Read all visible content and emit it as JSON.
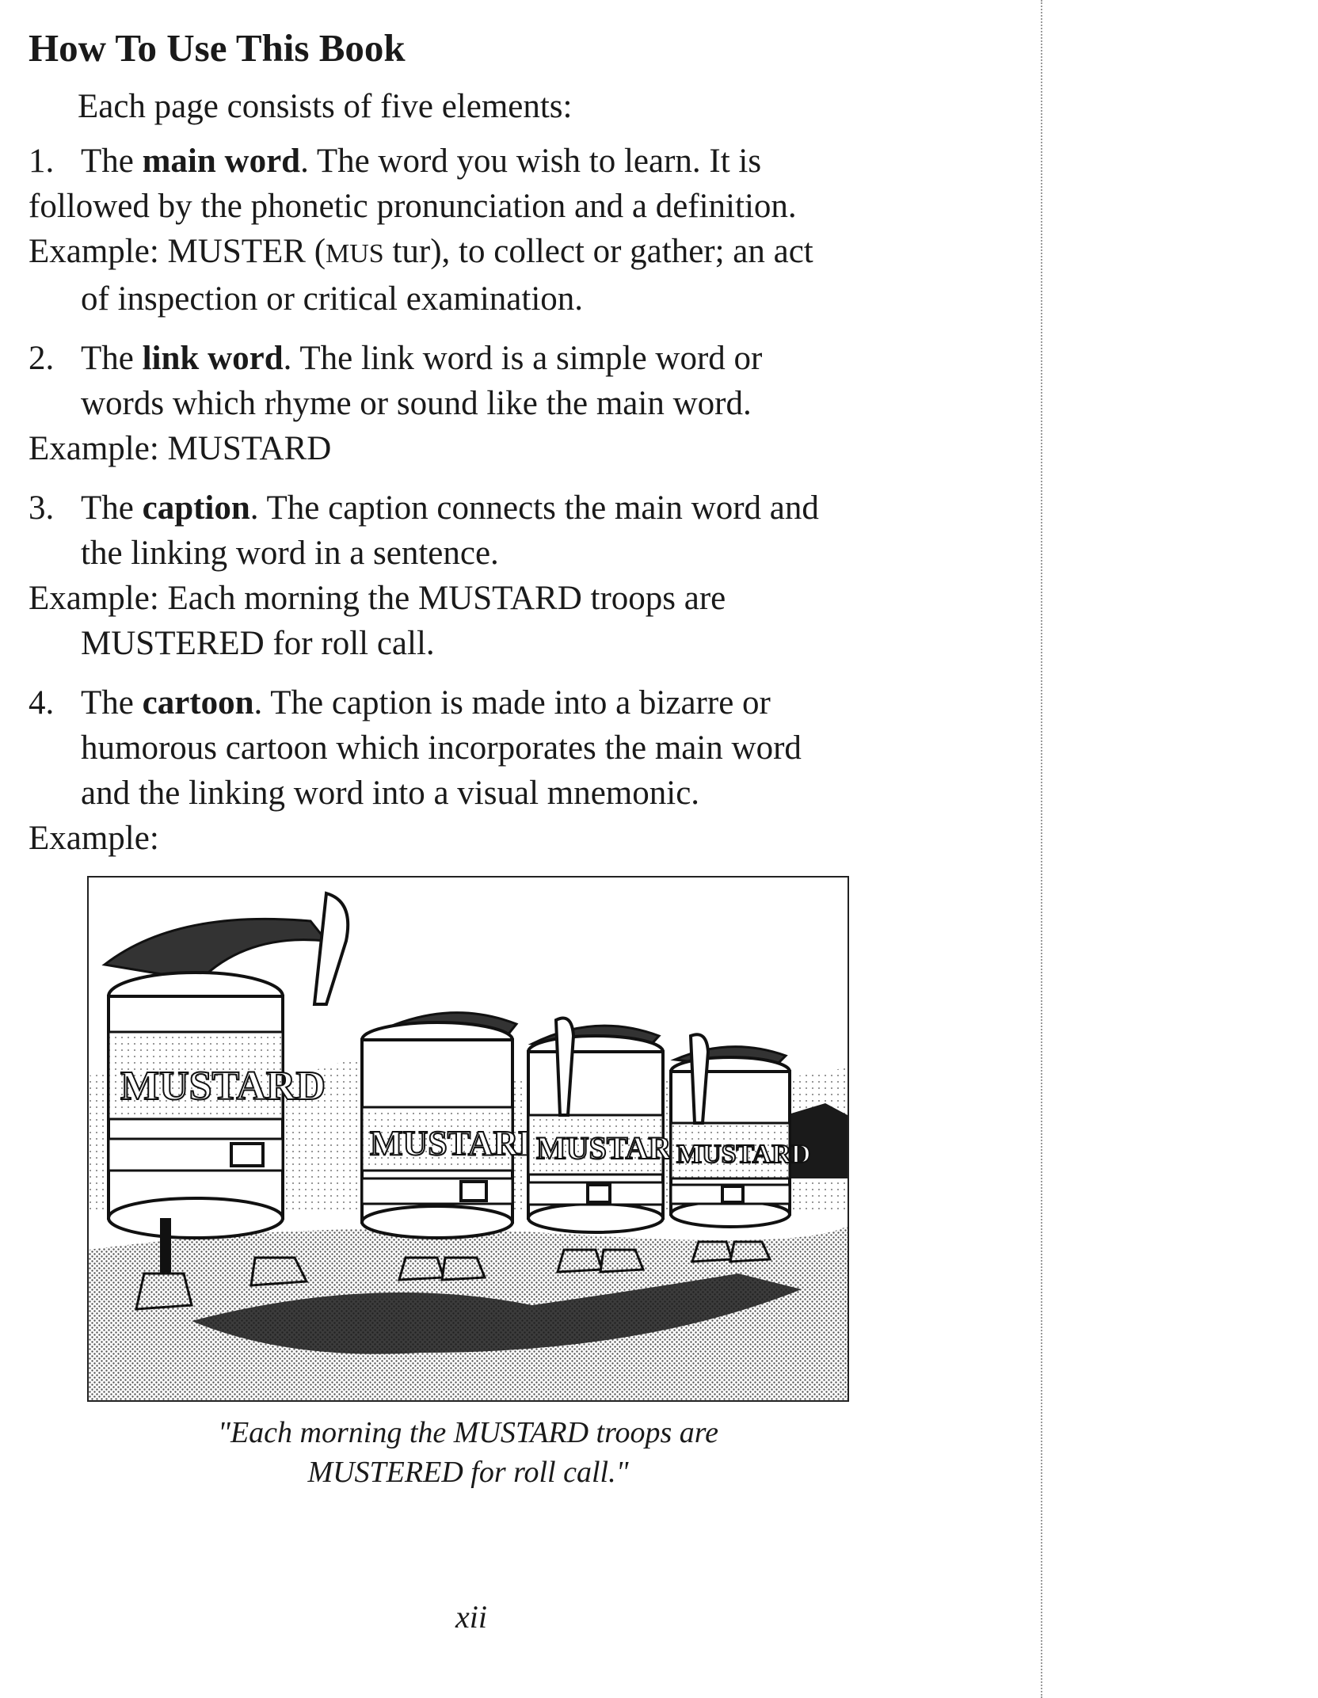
{
  "heading": "How To Use This Book",
  "intro": "Each page consists of five elements:",
  "items": [
    {
      "num": "1.",
      "pre": "The ",
      "term": "main word",
      "post": ". The word you wish to learn. It is",
      "cont": "followed by the phonetic pronunciation and a definition.",
      "example_a": "Example: MUSTER (",
      "example_sc": "MUS",
      "example_b": " tur), to collect or gather; an act",
      "example_cont": "of inspection or critical examination."
    },
    {
      "num": "2.",
      "pre": "The ",
      "term": "link word",
      "post": ". The link word is a simple word or",
      "cont": "words which rhyme or sound like the main word.",
      "example": "Example: MUSTARD"
    },
    {
      "num": "3.",
      "pre": "The ",
      "term": "caption",
      "post": ". The caption connects the main word and",
      "cont": "the linking word in a sentence.",
      "example": "Example: Each morning the MUSTARD troops are",
      "example_cont": "MUSTERED for roll call."
    },
    {
      "num": "4.",
      "pre": "The ",
      "term": "cartoon",
      "post": ". The caption is made into a bizarre or",
      "cont1": "humorous cartoon which incorporates the main word",
      "cont2": "and the linking word into a visual mnemonic.",
      "example": "Example:"
    }
  ],
  "cartoon": {
    "jar_labels": [
      "MUSTARD",
      "MUSTARD",
      "MUSTARD",
      "MUSTARD"
    ]
  },
  "figure_caption_1": "\"Each morning the MUSTARD troops are",
  "figure_caption_2": "MUSTERED for roll call.\"",
  "page_number": "xii"
}
